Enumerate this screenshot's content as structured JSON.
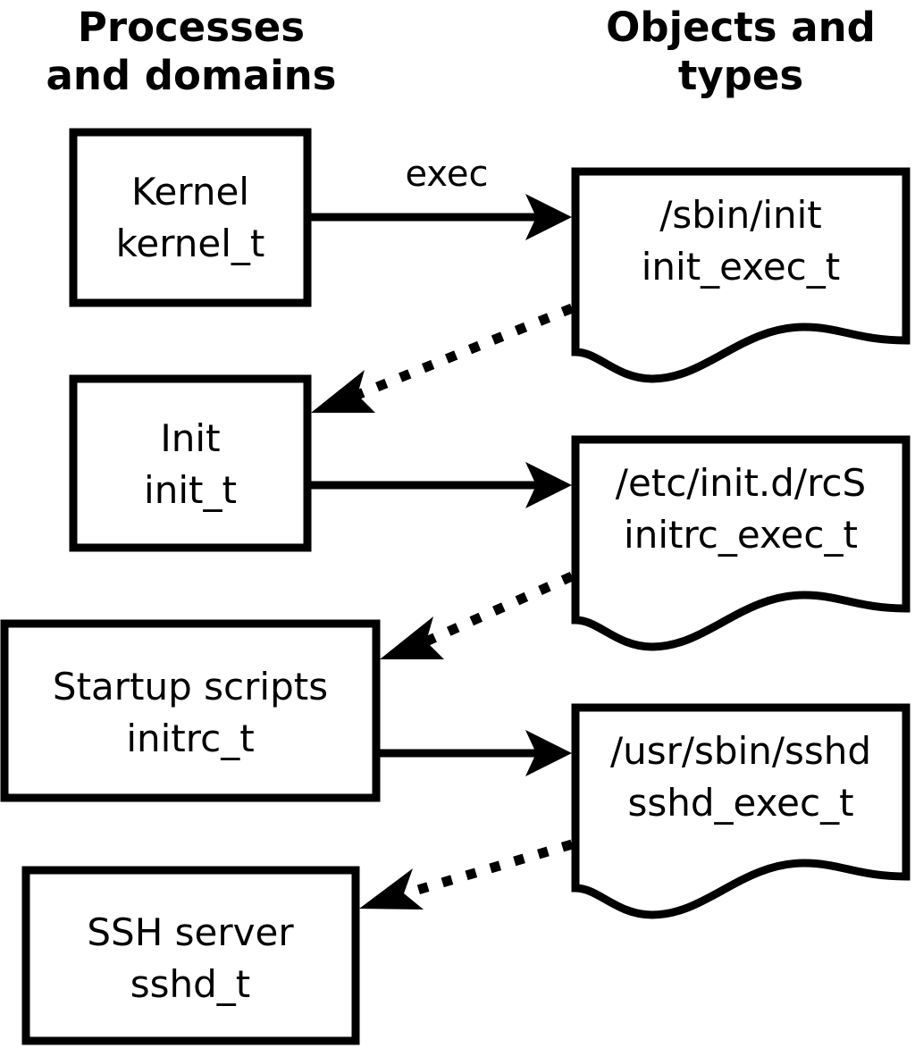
{
  "diagram": {
    "title": "SELinux process domains and object types transition diagram",
    "background_color": "#ffffff",
    "stroke_color": "#000000",
    "columns": [
      {
        "id": "left",
        "header_line1": "Processes",
        "header_line2": "and domains"
      },
      {
        "id": "right",
        "header_line1": "Objects and",
        "header_line2": "types"
      }
    ],
    "process_nodes": [
      {
        "id": "kernel",
        "line1": "Kernel",
        "line2": "kernel_t",
        "shape": "rectangle"
      },
      {
        "id": "init",
        "line1": "Init",
        "line2": "init_t",
        "shape": "rectangle"
      },
      {
        "id": "initrc",
        "line1": "Startup scripts",
        "line2": "initrc_t",
        "shape": "rectangle"
      },
      {
        "id": "sshd",
        "line1": "SSH server",
        "line2": "sshd_t",
        "shape": "rectangle"
      }
    ],
    "object_nodes": [
      {
        "id": "init_exec",
        "line1": "/sbin/init",
        "line2": "init_exec_t",
        "shape": "document"
      },
      {
        "id": "initrc_exec",
        "line1": "/etc/init.d/rcS",
        "line2": "initrc_exec_t",
        "shape": "document"
      },
      {
        "id": "sshd_exec",
        "line1": "/usr/sbin/sshd",
        "line2": "sshd_exec_t",
        "shape": "document"
      }
    ],
    "edges": [
      {
        "id": "kernel-exec-init_exec",
        "from": "kernel",
        "to": "init_exec",
        "label": "exec",
        "style": "solid"
      },
      {
        "id": "init_exec-transition-init",
        "from": "init_exec",
        "to": "init",
        "label": "",
        "style": "dotted"
      },
      {
        "id": "init-exec-initrc_exec",
        "from": "init",
        "to": "initrc_exec",
        "label": "",
        "style": "solid"
      },
      {
        "id": "initrc_exec-transition-initrc",
        "from": "initrc_exec",
        "to": "initrc",
        "label": "",
        "style": "dotted"
      },
      {
        "id": "initrc-exec-sshd_exec",
        "from": "initrc",
        "to": "sshd_exec",
        "label": "",
        "style": "solid"
      },
      {
        "id": "sshd_exec-transition-sshd",
        "from": "sshd_exec",
        "to": "sshd",
        "label": "",
        "style": "dotted"
      }
    ]
  }
}
